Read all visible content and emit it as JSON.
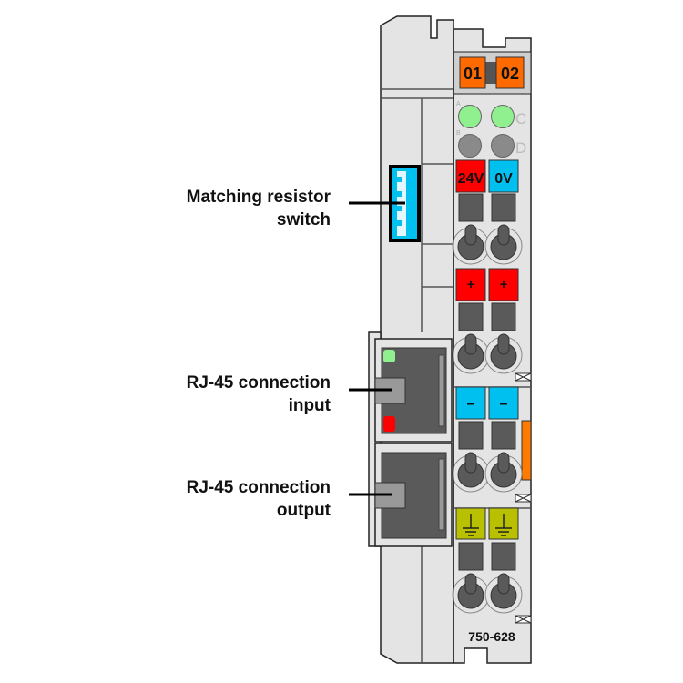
{
  "callouts": {
    "switch": {
      "line1": "Matching resistor",
      "line2": "switch"
    },
    "rj45_input": {
      "line1": "RJ-45 connection",
      "line2": "input"
    },
    "rj45_output": {
      "line1": "RJ-45 connection",
      "line2": "output"
    }
  },
  "module": {
    "channels": [
      "01",
      "02"
    ],
    "led_letters": [
      "A",
      "B",
      "C",
      "D"
    ],
    "supply": {
      "plus_label": "24V",
      "minus_label": "0V"
    },
    "plus_symbol": "+",
    "minus_symbol": "–",
    "part_number": "750-628"
  },
  "colors": {
    "body": "#e4e4e4",
    "orange": "#ff6a00",
    "red": "#ff0000",
    "blue": "#00c0f0",
    "green_led": "#90f090",
    "ground": "#b8c000",
    "dark": "#5a5a5a"
  }
}
